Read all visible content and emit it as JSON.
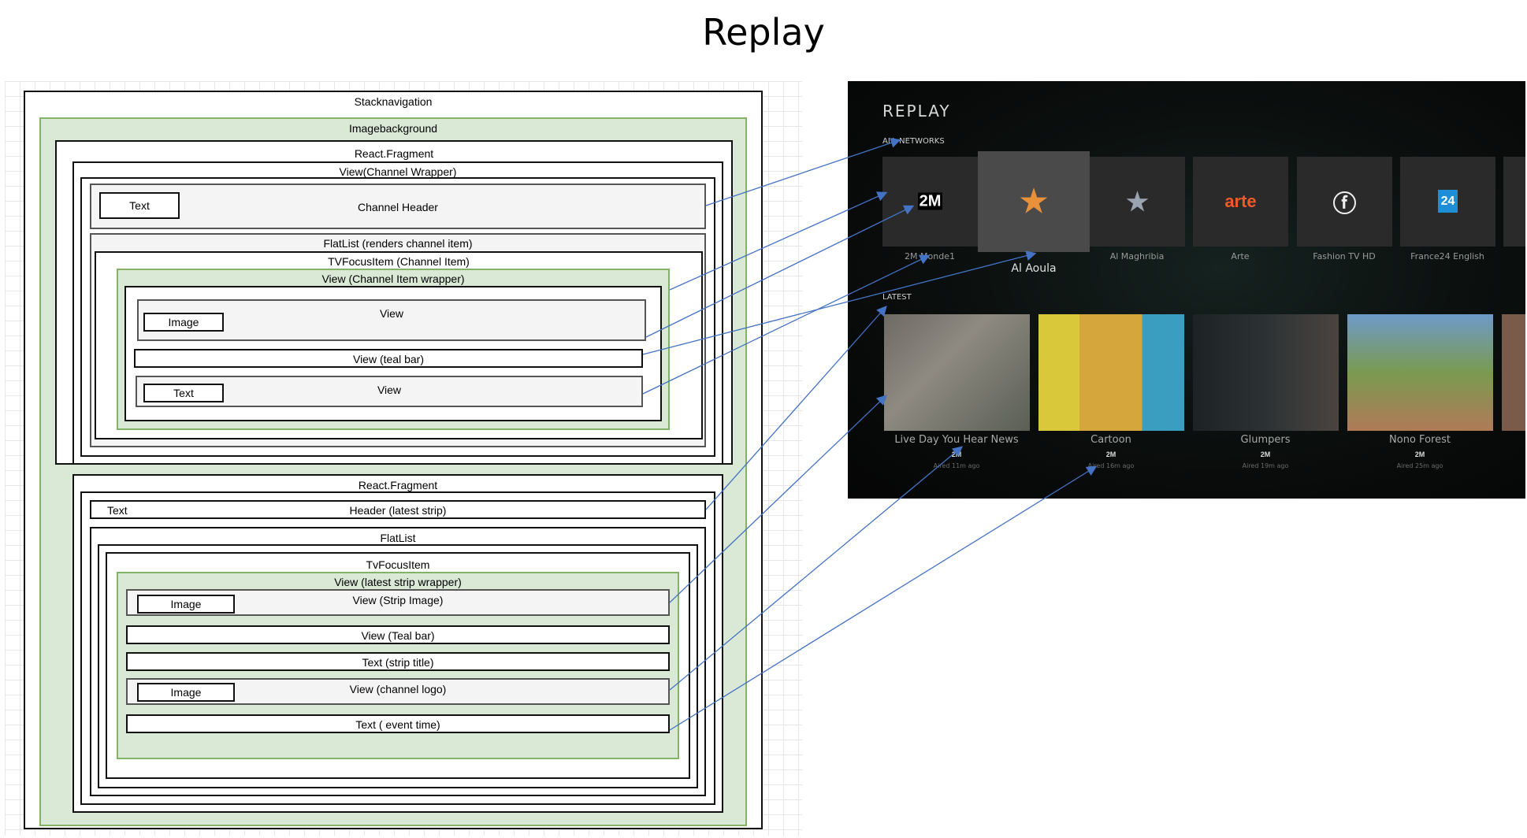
{
  "page_title": "Replay",
  "diagram": {
    "stack_navigation": "Stacknavigation",
    "image_background": "Imagebackground",
    "fragment1": {
      "title": "React.Fragment",
      "channel_wrapper": "View(Channel Wrapper)",
      "channel_header": {
        "text_tag": "Text",
        "label": "Channel Header"
      },
      "flatlist": "FlatList (renders channel item)",
      "focus_item": "TVFocusItem (Channel Item)",
      "item_wrapper": "View (Channel Item wrapper)",
      "view_image": {
        "tag": "Image",
        "label": "View"
      },
      "teal_bar": "View (teal bar)",
      "view_text": {
        "tag": "Text",
        "label": "View"
      }
    },
    "fragment2": {
      "title": "React.Fragment",
      "header": {
        "text_tag": "Text",
        "label": "Header (latest strip)"
      },
      "flatlist": "FlatList",
      "focus_item": "TvFocusItem",
      "strip_wrapper": "View (latest strip wrapper)",
      "strip_image": {
        "tag": "Image",
        "label": "View (Strip Image)"
      },
      "teal_bar": "View (Teal bar)",
      "strip_title": "Text (strip title)",
      "channel_logo": {
        "tag": "Image",
        "label": "View (channel logo)"
      },
      "event_time": "Text ( event time)"
    }
  },
  "tv": {
    "title": "REPLAY",
    "networks_label": "ALL NETWORKS",
    "latest_label": "LATEST",
    "channels": [
      {
        "name": "2M Monde1",
        "logo": "2M",
        "logo_color": "#ffffff"
      },
      {
        "name": "Al Aoula",
        "logo": "★",
        "logo_color": "#e8913a",
        "focused": true
      },
      {
        "name": "Al Maghribia",
        "logo": "★",
        "logo_color": "#9aa3b0"
      },
      {
        "name": "Arte",
        "logo": "arte",
        "logo_color": "#f05a28"
      },
      {
        "name": "Fashion TV HD",
        "logo": "ⓕ",
        "logo_color": "#eeeeee"
      },
      {
        "name": "France24 English",
        "logo": "24",
        "logo_color": "#1e8fd6"
      }
    ],
    "strips": [
      {
        "title": "Live Day You Hear News",
        "channel_logo": "2M",
        "aired": "Aired 11m ago"
      },
      {
        "title": "Cartoon",
        "channel_logo": "2M",
        "aired": "Aired 16m ago"
      },
      {
        "title": "Glumpers",
        "channel_logo": "2M",
        "aired": "Aired 19m ago"
      },
      {
        "title": "Nono Forest",
        "channel_logo": "2M",
        "aired": "Aired 25m ago"
      }
    ]
  },
  "colors": {
    "arrow": "#4472c4",
    "green_fill": "#dae8d6",
    "green_border": "#82b366"
  }
}
